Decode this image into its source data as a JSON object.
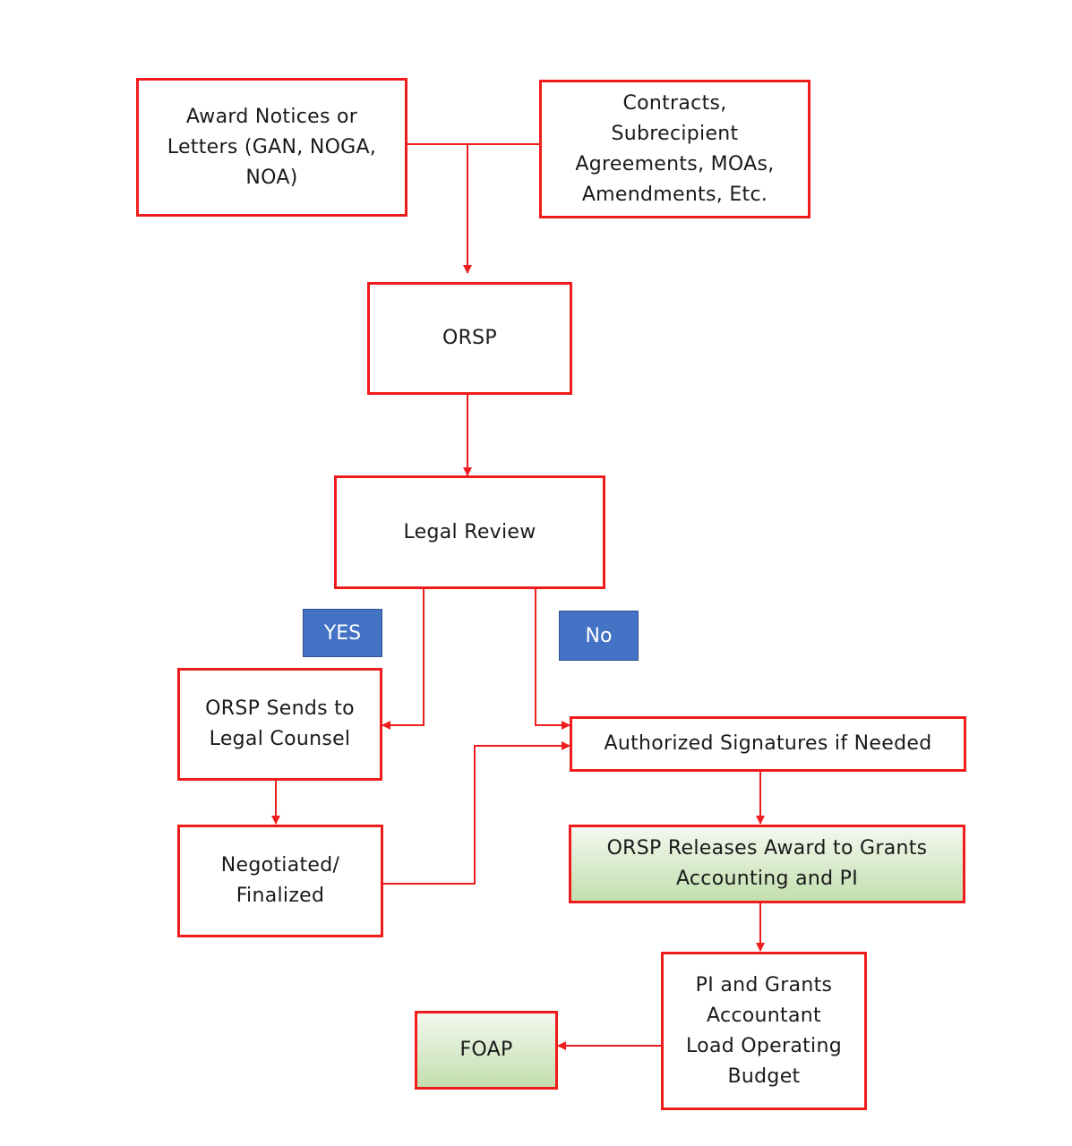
{
  "diagram": {
    "nodes": {
      "award_notices": "Award Notices or\nLetters (GAN, NOGA,\nNOA)",
      "contracts": "Contracts,\nSubrecipient\nAgreements, MOAs,\nAmendments, Etc.",
      "orsp": "ORSP",
      "legal_review": "Legal Review",
      "orsp_sends": "ORSP Sends to\nLegal Counsel",
      "negotiated": "Negotiated/\nFinalized",
      "authorized": "Authorized Signatures if Needed",
      "releases": "ORSP Releases Award to Grants\nAccounting and PI",
      "pi_grants": "PI and Grants\nAccountant\nLoad Operating\nBudget",
      "foap": "FOAP"
    },
    "labels": {
      "yes": "YES",
      "no": "No"
    },
    "colors": {
      "border": "#f01c1c",
      "connector": "#ee1d1d",
      "tag_fill": "#4472c4",
      "green_top": "#f3f8ef",
      "green_bottom": "#c2dfae"
    }
  }
}
